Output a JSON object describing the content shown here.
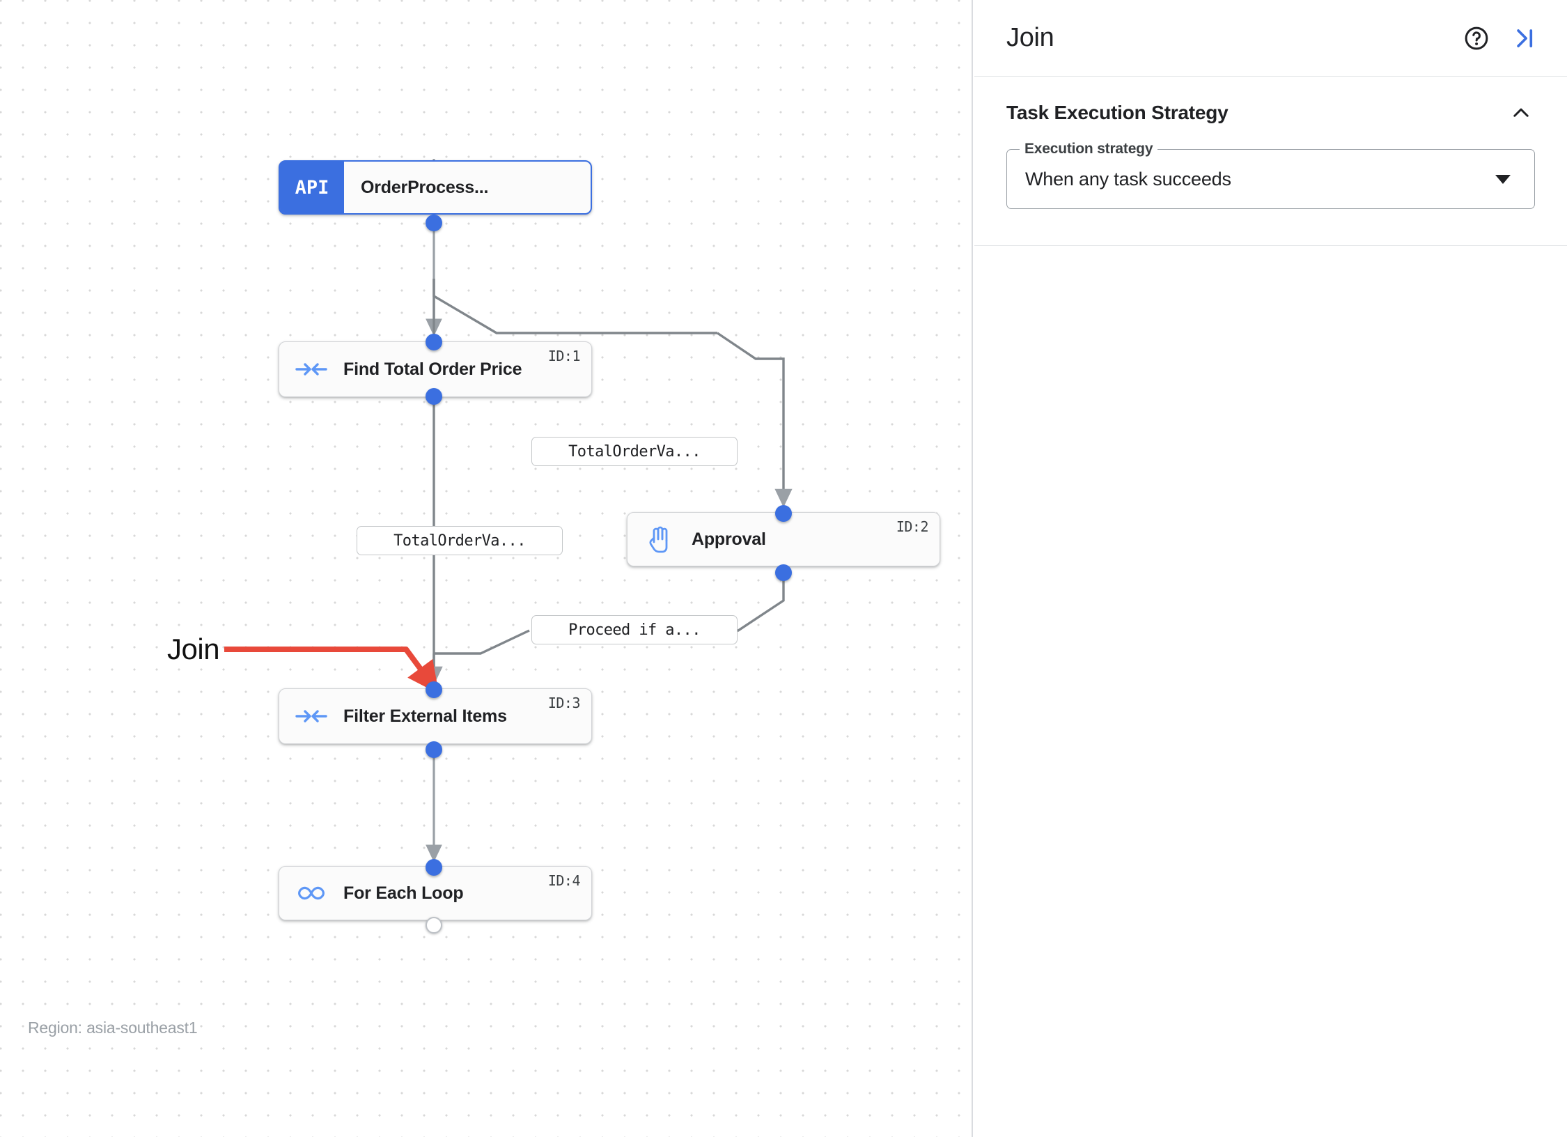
{
  "canvas": {
    "region_text": "Region: asia-southeast1",
    "annotation": {
      "label": "Join",
      "color": "#e8493a"
    },
    "nodes": [
      {
        "id": "api",
        "icon": "api-icon",
        "icon_text": "API",
        "label": "OrderProcess...",
        "id_badge": ""
      },
      {
        "id": "find-total-order-price",
        "icon": "join-arrows-icon",
        "icon_text": "",
        "label": "Find Total Order Price",
        "id_badge": "ID:1"
      },
      {
        "id": "approval",
        "icon": "hand-icon",
        "icon_text": "",
        "label": "Approval",
        "id_badge": "ID:2"
      },
      {
        "id": "filter-external-items",
        "icon": "join-arrows-icon",
        "icon_text": "",
        "label": "Filter External Items",
        "id_badge": "ID:3"
      },
      {
        "id": "for-each-loop",
        "icon": "infinity-icon",
        "icon_text": "",
        "label": "For Each Loop",
        "id_badge": "ID:4"
      }
    ],
    "edge_labels": [
      {
        "id": "edge-label-1",
        "text": "TotalOrderVa..."
      },
      {
        "id": "edge-label-2",
        "text": "TotalOrderVa..."
      },
      {
        "id": "edge-label-3",
        "text": "Proceed if a..."
      }
    ]
  },
  "panel": {
    "title": "Join",
    "help_icon": "help-circle-icon",
    "collapse_icon": "collapse-panel-right-icon",
    "sections": [
      {
        "title": "Task Execution Strategy",
        "collapse_icon": "chevron-up-icon",
        "field": {
          "legend": "Execution strategy",
          "value": "When any task succeeds",
          "caret_icon": "caret-down-icon"
        }
      }
    ]
  },
  "colors": {
    "accent_blue": "#3b6fe0",
    "icon_blue": "#5e97f6",
    "annotation_red": "#e8493a",
    "edge_gray": "#80868b"
  }
}
